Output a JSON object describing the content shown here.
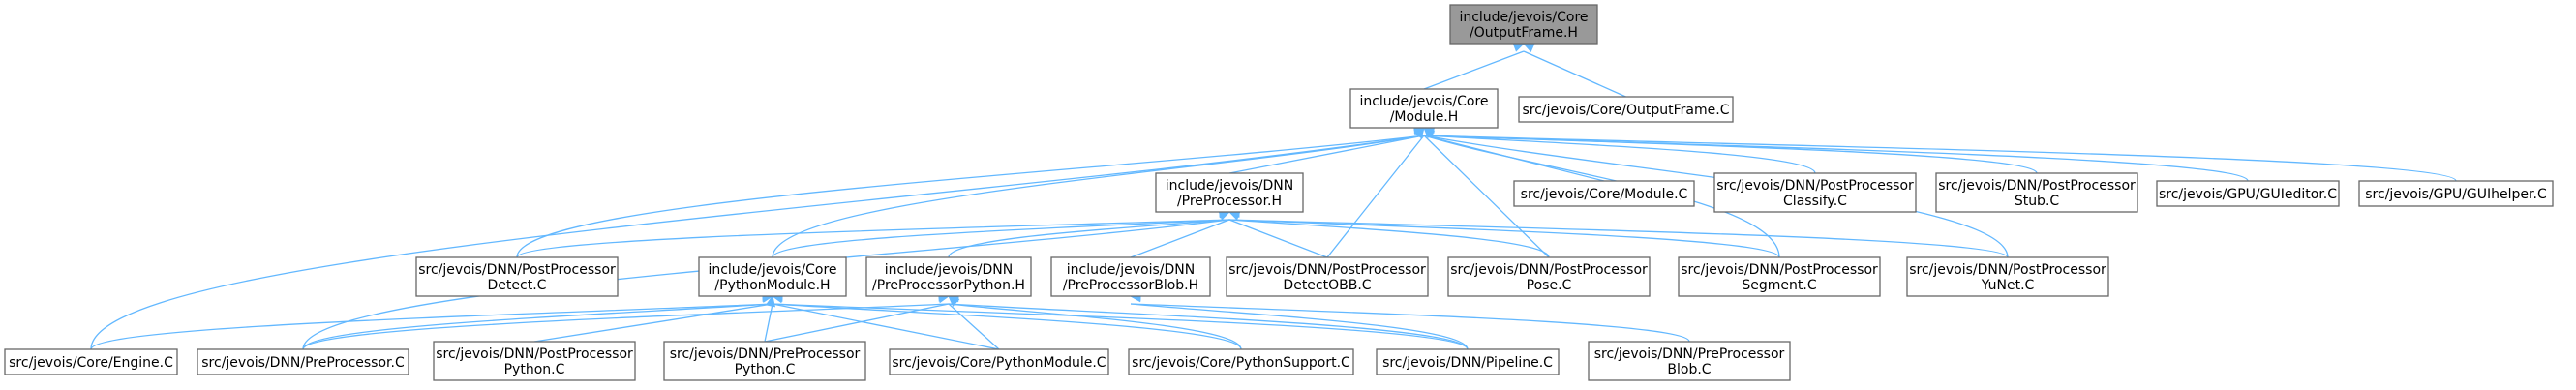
{
  "graph": {
    "colors": {
      "edge": "#63b8ff",
      "node_border": "#666666",
      "root_fill": "#999999",
      "node_fill": "#ffffff"
    },
    "nodes": [
      {
        "id": "outputframe_h",
        "lines": [
          "include/jevois/Core",
          "/OutputFrame.H"
        ],
        "root": true
      },
      {
        "id": "module_h",
        "lines": [
          "include/jevois/Core",
          "/Module.H"
        ]
      },
      {
        "id": "outputframe_c",
        "lines": [
          "src/jevois/Core/OutputFrame.C"
        ]
      },
      {
        "id": "preprocessor_h",
        "lines": [
          "include/jevois/DNN",
          "/PreProcessor.H"
        ]
      },
      {
        "id": "core_module_c",
        "lines": [
          "src/jevois/Core/Module.C"
        ]
      },
      {
        "id": "pp_classify_c",
        "lines": [
          "src/jevois/DNN/PostProcessor",
          "Classify.C"
        ]
      },
      {
        "id": "pp_stub_c",
        "lines": [
          "src/jevois/DNN/PostProcessor",
          "Stub.C"
        ]
      },
      {
        "id": "guieditor_c",
        "lines": [
          "src/jevois/GPU/GUIeditor.C"
        ]
      },
      {
        "id": "guihelper_c",
        "lines": [
          "src/jevois/GPU/GUIhelper.C"
        ]
      },
      {
        "id": "pp_detect_c",
        "lines": [
          "src/jevois/DNN/PostProcessor",
          "Detect.C"
        ]
      },
      {
        "id": "pythonmodule_h",
        "lines": [
          "include/jevois/Core",
          "/PythonModule.H"
        ]
      },
      {
        "id": "preprocessorpython_h",
        "lines": [
          "include/jevois/DNN",
          "/PreProcessorPython.H"
        ]
      },
      {
        "id": "preprocessorblob_h",
        "lines": [
          "include/jevois/DNN",
          "/PreProcessorBlob.H"
        ]
      },
      {
        "id": "pp_detectobb_c",
        "lines": [
          "src/jevois/DNN/PostProcessor",
          "DetectOBB.C"
        ]
      },
      {
        "id": "pp_pose_c",
        "lines": [
          "src/jevois/DNN/PostProcessor",
          "Pose.C"
        ]
      },
      {
        "id": "pp_segment_c",
        "lines": [
          "src/jevois/DNN/PostProcessor",
          "Segment.C"
        ]
      },
      {
        "id": "pp_yunet_c",
        "lines": [
          "src/jevois/DNN/PostProcessor",
          "YuNet.C"
        ]
      },
      {
        "id": "engine_c",
        "lines": [
          "src/jevois/Core/Engine.C"
        ]
      },
      {
        "id": "dnn_preprocessor_c",
        "lines": [
          "src/jevois/DNN/PreProcessor.C"
        ]
      },
      {
        "id": "pp_python_c",
        "lines": [
          "src/jevois/DNN/PostProcessor",
          "Python.C"
        ]
      },
      {
        "id": "prep_python_c",
        "lines": [
          "src/jevois/DNN/PreProcessor",
          "Python.C"
        ]
      },
      {
        "id": "core_pythonmodule_c",
        "lines": [
          "src/jevois/Core/PythonModule.C"
        ]
      },
      {
        "id": "core_pythonsupport_c",
        "lines": [
          "src/jevois/Core/PythonSupport.C"
        ]
      },
      {
        "id": "pipeline_c",
        "lines": [
          "src/jevois/DNN/Pipeline.C"
        ]
      },
      {
        "id": "prep_blob_c",
        "lines": [
          "src/jevois/DNN/PreProcessor",
          "Blob.C"
        ]
      }
    ],
    "edges": [
      [
        "module_h",
        "outputframe_h"
      ],
      [
        "outputframe_c",
        "outputframe_h"
      ],
      [
        "preprocessor_h",
        "module_h"
      ],
      [
        "core_module_c",
        "module_h"
      ],
      [
        "pp_classify_c",
        "module_h"
      ],
      [
        "pp_stub_c",
        "module_h"
      ],
      [
        "guieditor_c",
        "module_h"
      ],
      [
        "guihelper_c",
        "module_h"
      ],
      [
        "pp_detect_c",
        "module_h"
      ],
      [
        "pythonmodule_h",
        "module_h"
      ],
      [
        "pp_detectobb_c",
        "module_h"
      ],
      [
        "pp_pose_c",
        "module_h"
      ],
      [
        "pp_segment_c",
        "module_h"
      ],
      [
        "pp_yunet_c",
        "module_h"
      ],
      [
        "engine_c",
        "module_h"
      ],
      [
        "pp_detect_c",
        "preprocessor_h"
      ],
      [
        "pythonmodule_h",
        "preprocessor_h"
      ],
      [
        "preprocessorpython_h",
        "preprocessor_h"
      ],
      [
        "preprocessorblob_h",
        "preprocessor_h"
      ],
      [
        "pp_detectobb_c",
        "preprocessor_h"
      ],
      [
        "pp_pose_c",
        "preprocessor_h"
      ],
      [
        "pp_segment_c",
        "preprocessor_h"
      ],
      [
        "pp_yunet_c",
        "preprocessor_h"
      ],
      [
        "dnn_preprocessor_c",
        "preprocessor_h"
      ],
      [
        "engine_c",
        "pythonmodule_h"
      ],
      [
        "dnn_preprocessor_c",
        "pythonmodule_h"
      ],
      [
        "pp_python_c",
        "pythonmodule_h"
      ],
      [
        "prep_python_c",
        "pythonmodule_h"
      ],
      [
        "core_pythonmodule_c",
        "pythonmodule_h"
      ],
      [
        "core_pythonsupport_c",
        "pythonmodule_h"
      ],
      [
        "pipeline_c",
        "pythonmodule_h"
      ],
      [
        "dnn_preprocessor_c",
        "preprocessorpython_h"
      ],
      [
        "prep_python_c",
        "preprocessorpython_h"
      ],
      [
        "core_pythonmodule_c",
        "preprocessorpython_h"
      ],
      [
        "core_pythonsupport_c",
        "preprocessorpython_h"
      ],
      [
        "pipeline_c",
        "preprocessorpython_h"
      ],
      [
        "pipeline_c",
        "preprocessorblob_h"
      ],
      [
        "prep_blob_c",
        "preprocessorblob_h"
      ]
    ]
  }
}
